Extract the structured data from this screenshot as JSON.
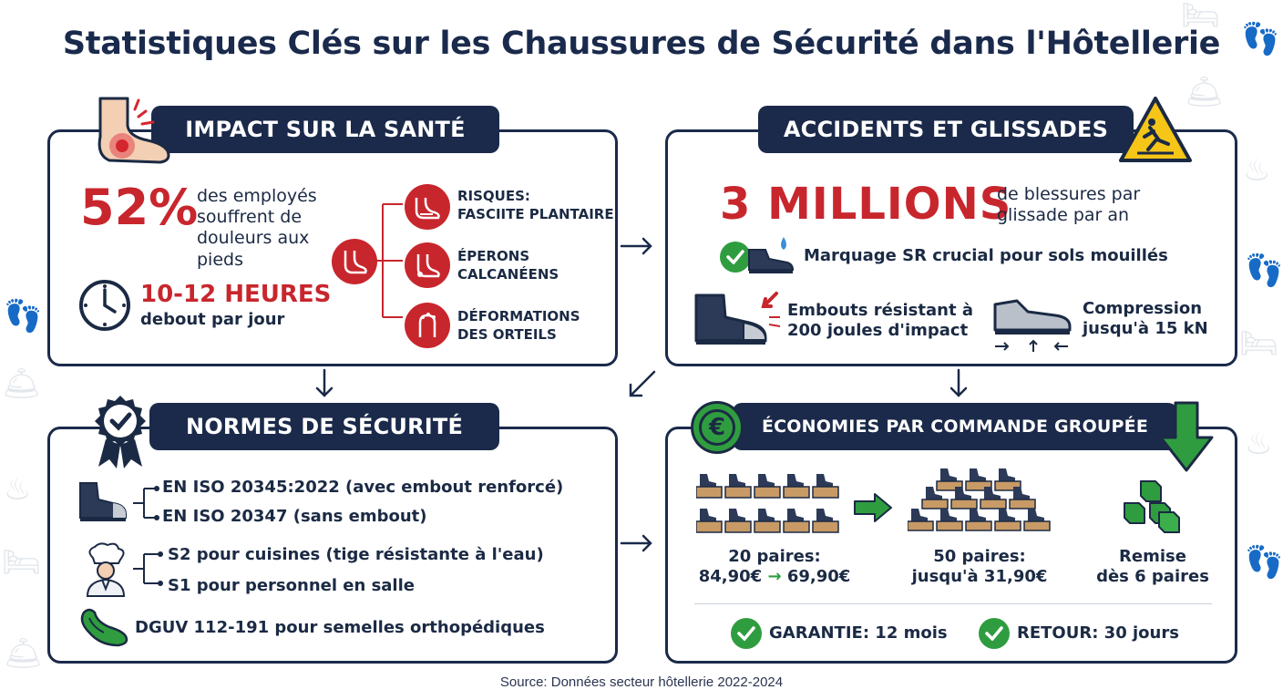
{
  "title": "Statistiques Clés sur les Chaussures de Sécurité dans l'Hôtellerie",
  "colors": {
    "navy": "#1b2a4a",
    "red": "#c8262d",
    "green": "#2f9d3f",
    "yellow": "#f5c518"
  },
  "health": {
    "banner": "IMPACT SUR LA SANTÉ",
    "stat_value": "52%",
    "stat_text": [
      "des employés",
      "souffrent de",
      "douleurs aux",
      "pieds"
    ],
    "hours_value": "10-12 HEURES",
    "hours_text": "debout par jour",
    "risks": [
      {
        "line1": "RISQUES:",
        "line2": "FASCIITE PLANTAIRE"
      },
      {
        "line1": "ÉPERONS",
        "line2": "CALCANÉENS"
      },
      {
        "line1": "DÉFORMATIONS",
        "line2": "DES ORTEILS"
      }
    ]
  },
  "accidents": {
    "banner": "ACCIDENTS ET GLISSADES",
    "stat_value": "3 MILLIONS",
    "stat_text": [
      "de blessures par",
      "glissade par an"
    ],
    "sr_text": "Marquage SR crucial pour sols mouillés",
    "toecap_text": [
      "Embouts résistant à",
      "200 joules d'impact"
    ],
    "compression_text": [
      "Compression",
      "jusqu'à 15 kN"
    ]
  },
  "standards": {
    "banner": "NORMES DE SÉCURITÉ",
    "iso_items": [
      "EN ISO 20345:2022 (avec embout renforcé)",
      "EN ISO 20347 (sans embout)"
    ],
    "class_items": [
      "S2 pour cuisines (tige résistante à l'eau)",
      "S1 pour personnel en salle"
    ],
    "dguv": "DGUV 112-191 pour semelles orthopédiques"
  },
  "savings": {
    "banner": "ÉCONOMIES PAR COMMANDE GROUPÉE",
    "pairs20_label": "20 paires:",
    "pairs20_old": "84,90€",
    "pairs20_new": "69,90€",
    "pairs50_label": "50 paires:",
    "pairs50_price": "jusqu'à 31,90€",
    "discount": [
      "Remise",
      "dès 6 paires"
    ],
    "guarantee": "GARANTIE: 12 mois",
    "return_policy": "RETOUR: 30 jours"
  },
  "source": "Source: Données secteur hôtellerie 2022-2024"
}
